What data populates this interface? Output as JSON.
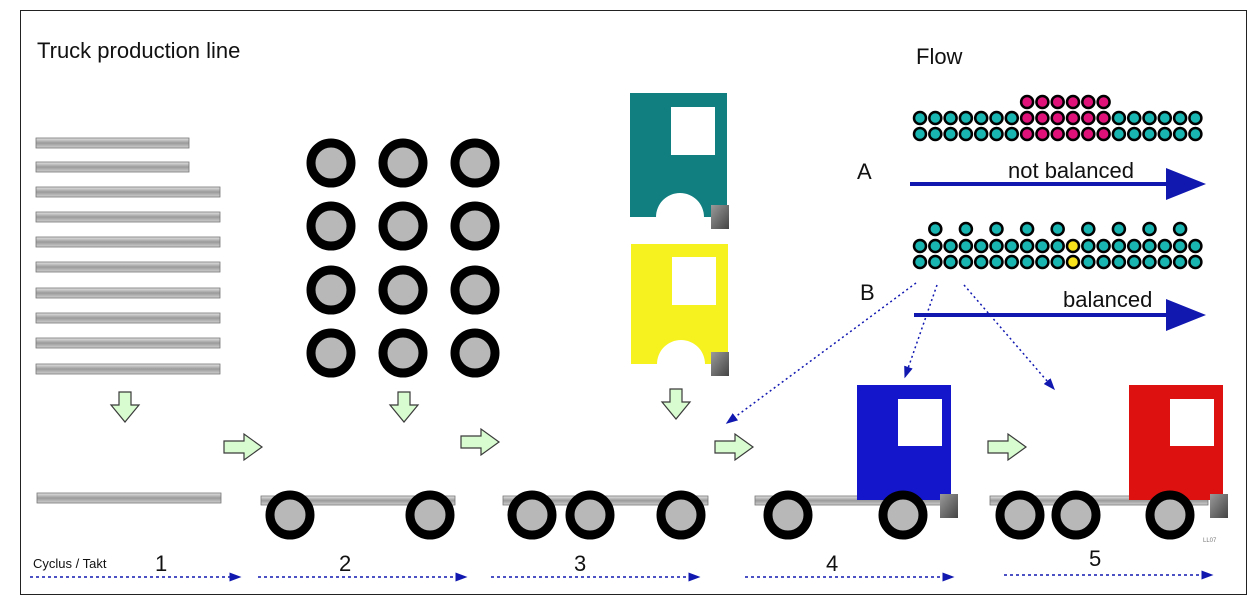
{
  "title": "Truck production line",
  "flow": {
    "title": "Flow",
    "label_a": "A",
    "label_b": "B",
    "not_balanced": "not balanced",
    "balanced": "balanced",
    "dot_colors": {
      "normal": "#19b5b0",
      "accent_pink": "#e0127a",
      "accent_yellow": "#f7e21b"
    }
  },
  "timeline": {
    "caption": "Cyclus / Takt",
    "steps": [
      "1",
      "2",
      "3",
      "4",
      "5"
    ]
  },
  "parts": {
    "cab_colors": {
      "teal": "#117f80",
      "yellow": "#f6f21f",
      "blue": "#1416cc",
      "red": "#de1111"
    },
    "arrow_color": "#d8fcd0",
    "flow_arrow_color": "#1118b0"
  },
  "corner_mark": "LL07"
}
